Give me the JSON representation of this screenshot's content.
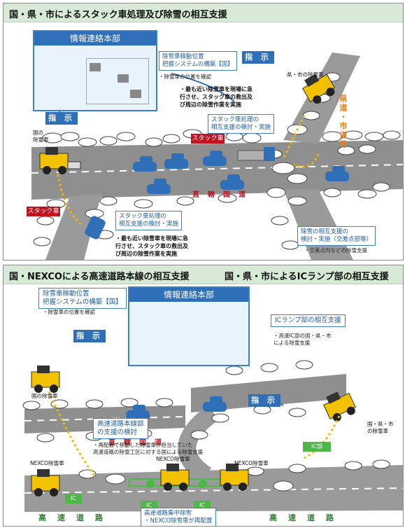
{
  "panel1": {
    "title": "国・県・市によるスタック車処理及び除雪の相互支援",
    "hq_title": "情報連絡本部",
    "tracking_box": [
      "除雪車稼動位置",
      "把握システムの構築【国】"
    ],
    "tracking_note": "・除雪車の位置を確認",
    "shiji_top": "指 示",
    "shiji_left": "指 示",
    "pref_city_plow_label": "県・市の除雪車",
    "rush_note_top": [
      "・最も近い除雪車を現場に急",
      "行させ、スタック車の救出及",
      "び周辺の除雪作業を実施"
    ],
    "stuck_support_top": [
      "スタック車処理の",
      "相互支援の検討・実施"
    ],
    "stuck_tag_top": "スタック車",
    "country_plow_label": [
      "国の",
      "除雪車"
    ],
    "vertical_road": "県道・市道等",
    "national_road": "直轄国道",
    "stuck_tag_left": "スタック車",
    "stuck_support_bottom": [
      "スタック車処理の",
      "相互支援の検討・実施"
    ],
    "rush_note_bottom": [
      "・最も近い除雪車を現場に急",
      "行させ、スタック車の救出及",
      "び周辺の除雪作業を実施"
    ],
    "mutual_support_box": [
      "除雪の相互支援の",
      "検討・実施（交差点部等）"
    ],
    "intersection_note": "・交差点内などの除雪支援"
  },
  "panel2": {
    "title_left": "国・NEXCOによる高速道路本線の相互支援",
    "title_right": "国・県・市によるICランプ部の相互支援",
    "hq_title": "情報連絡本部",
    "tracking_box": [
      "除雪車稼動位置",
      "把握システムの構築【国】"
    ],
    "tracking_note": "・除雪車の位置を確認",
    "shiji_left": "指 示",
    "shiji_right": "指 示",
    "country_plow_label": "国の除雪車",
    "national_road": "直轄国道",
    "ic_ramp_box": "ICランプ部の相互支援",
    "ic_ramp_note": [
      "・高速IC部の国・県・市",
      "による除雪支援"
    ],
    "prefcity_plow_label": [
      "国・県・市",
      "の除雪車"
    ],
    "ic_tag": "IC部",
    "expressway_box": [
      "高速道路本線部",
      "の支援の検討"
    ],
    "relocation_note": [
      "・再配置で移動した除雪車が担当していた",
      "高速道路の除雪工区に対する国による除雪支援"
    ],
    "nexco_plow_1": "NEXCO除雪車",
    "nexco_plow_2": "NEXCO除雪車",
    "nexco_plow_3": "NEXCO除雪車",
    "ic_label_1": "IC",
    "ic_label_2": "IC",
    "ic_label_3": "IC",
    "expressway": "高速道路",
    "expressway_right": "高速道路",
    "concentrated_box": [
      "高速道路集中除雪",
      "・NEXCO除雪車が再配置"
    ]
  },
  "colors": {
    "accent_blue": "#2f6fb7",
    "header_green": "#d6ead6",
    "stuck_red": "#c1121f",
    "ic_green": "#4cb848",
    "arrow_orange": "#f5b800"
  }
}
